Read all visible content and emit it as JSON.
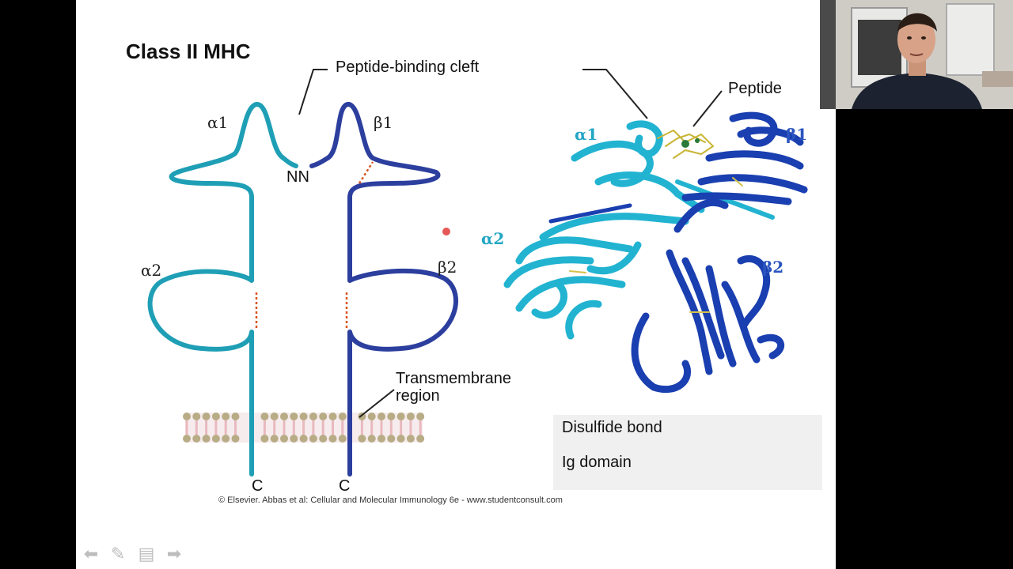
{
  "slide": {
    "title": "Class II MHC",
    "labels": {
      "cleft": "Peptide-binding cleft",
      "peptide": "Peptide",
      "alpha1": "α1",
      "beta1": "β1",
      "alpha2": "α2",
      "beta2": "β2",
      "nn": "NN",
      "transmembrane_line1": "Transmembrane",
      "transmembrane_line2": "region",
      "c_left": "C",
      "c_right": "C"
    },
    "structure_labels": {
      "alpha1": "α1",
      "beta1": "β1",
      "alpha2": "α2",
      "beta2": "β2"
    },
    "legend": {
      "disulfide": "Disulfide bond",
      "ig_domain": "Ig domain"
    },
    "credit": "© Elsevier. Abbas et al: Cellular and Molecular Immunology 6e - www.studentconsult.com"
  },
  "colors": {
    "alpha_chain": "#1f9fb5",
    "beta_chain": "#2c3f9e",
    "disulfide": "#d9541e",
    "ribbon_light": "#22b3d1",
    "ribbon_dark": "#1a3fb0",
    "membrane_head": "#b8ac86",
    "membrane_tail": "#e9b9bf",
    "pointer": "#e23a3a"
  },
  "toolbar": {
    "prev_icon": "arrow-left-icon",
    "pen_icon": "pen-icon",
    "menu_icon": "slides-menu-icon",
    "next_icon": "arrow-right-icon"
  }
}
